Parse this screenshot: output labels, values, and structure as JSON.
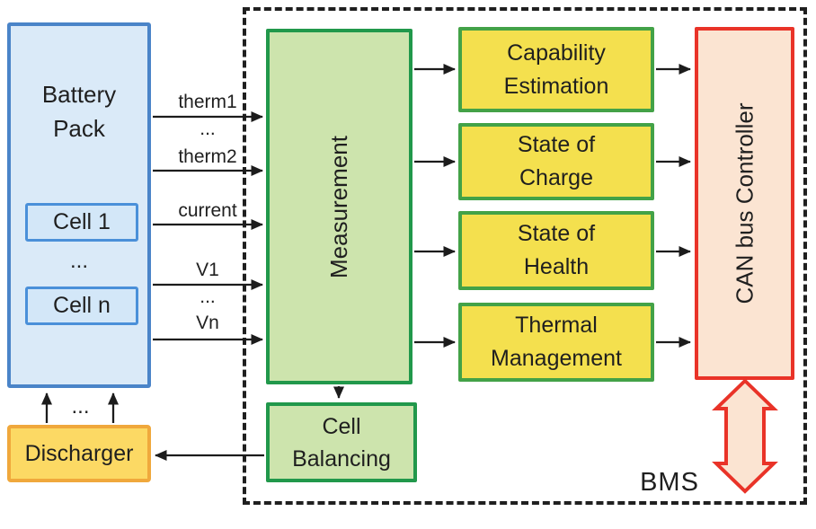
{
  "battery": {
    "title": "Battery\nPack",
    "cell1": "Cell 1",
    "dots": "...",
    "celln": "Cell n"
  },
  "discharger": {
    "label": "Discharger",
    "dots": "..."
  },
  "signals": {
    "therm1": "therm1",
    "dots_a": "...",
    "therm2": "therm2",
    "current": "current",
    "v1": "V1",
    "dots_b": "...",
    "vn": "Vn"
  },
  "bms": {
    "label": "BMS",
    "measurement": {
      "label": "Measurement"
    },
    "cell_balancing": {
      "label": "Cell\nBalancing"
    },
    "modules": [
      {
        "label": "Capability\nEstimation"
      },
      {
        "label": "State of\nCharge"
      },
      {
        "label": "State of\nHealth"
      },
      {
        "label": "Thermal\nManagement"
      }
    ],
    "can_controller": {
      "label": "CAN bus Controller"
    }
  },
  "colors": {
    "battery_fill": "#daeaf8",
    "battery_border": "#4a84c8",
    "cell_border": "#4a90d9",
    "discharger_fill": "#fcd964",
    "discharger_border": "#f0a83c",
    "green_fill": "#cde4ad",
    "green_border": "#21984b",
    "module_fill": "#f4e04e",
    "module_border": "#43a247",
    "can_fill": "#fbe4d2",
    "can_border": "#e93328",
    "arrow_line": "#1c1c1c"
  }
}
